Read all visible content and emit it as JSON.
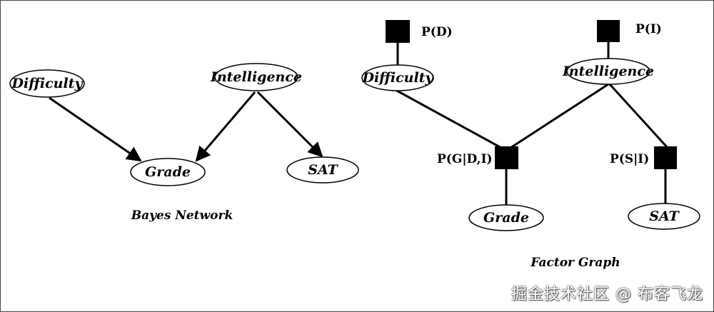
{
  "bayes_network": {
    "caption": "Bayes Network",
    "nodes": {
      "difficulty": "Difficulty",
      "intelligence": "Intelligence",
      "grade": "Grade",
      "sat": "SAT"
    }
  },
  "factor_graph": {
    "caption": "Factor Graph",
    "nodes": {
      "difficulty": "Difficulty",
      "intelligence": "Intelligence",
      "grade": "Grade",
      "sat": "SAT"
    },
    "factors": {
      "p_d": "P(D)",
      "p_i": "P(I)",
      "p_g_di": "P(G|D,I)",
      "p_s_i": "P(S|I)"
    }
  },
  "watermark": "掘金技术社区 @ 布客飞龙",
  "colors": {
    "line": "#000000",
    "factor_fill": "#000000",
    "background": "#ffffff"
  }
}
